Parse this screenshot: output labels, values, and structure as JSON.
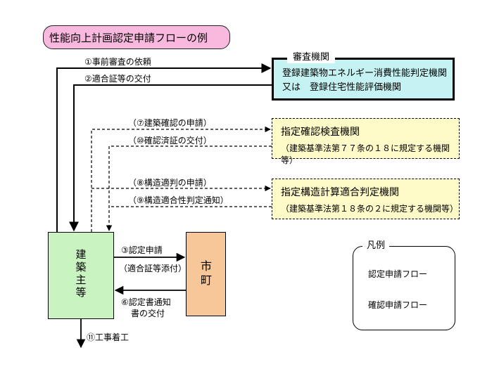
{
  "title": "性能向上計画認定申請フローの例",
  "boxes": {
    "shinsa": {
      "title": "審査機関",
      "line1": "登録建築物エネルギー消費性能判定機関",
      "line2": "又は　登録住宅性能評価機関"
    },
    "kensa": {
      "name": "指定確認検査機関",
      "note": "（建築基準法第７７条の１８に規定する機関等）"
    },
    "kozo": {
      "name": "指定構造計算適合判定機関",
      "note": "（建築基準法第１８条の２に規定する機関等）"
    },
    "kenchiku": {
      "name": "建築主等"
    },
    "shicho": {
      "name": "市町"
    }
  },
  "flows": {
    "f1": "①事前審査の依頼",
    "f2": "②適合証等の交付",
    "f7": "（⑦建築確認の申請）",
    "f10": "（⑩確認済証の交付）",
    "f8": "（⑧構造適判の申請）",
    "f9": "（⑨構造適合性判定通知）",
    "f3": "③認定申請",
    "f3_note": "（適合証等添付）",
    "f6_line1": "⑥認定書通知",
    "f6_line2": "書の交付",
    "f11": "⑪工事着工"
  },
  "legend": {
    "title": "凡例",
    "solid_label": "認定申請フロー",
    "dashed_label": "確認申請フロー"
  }
}
